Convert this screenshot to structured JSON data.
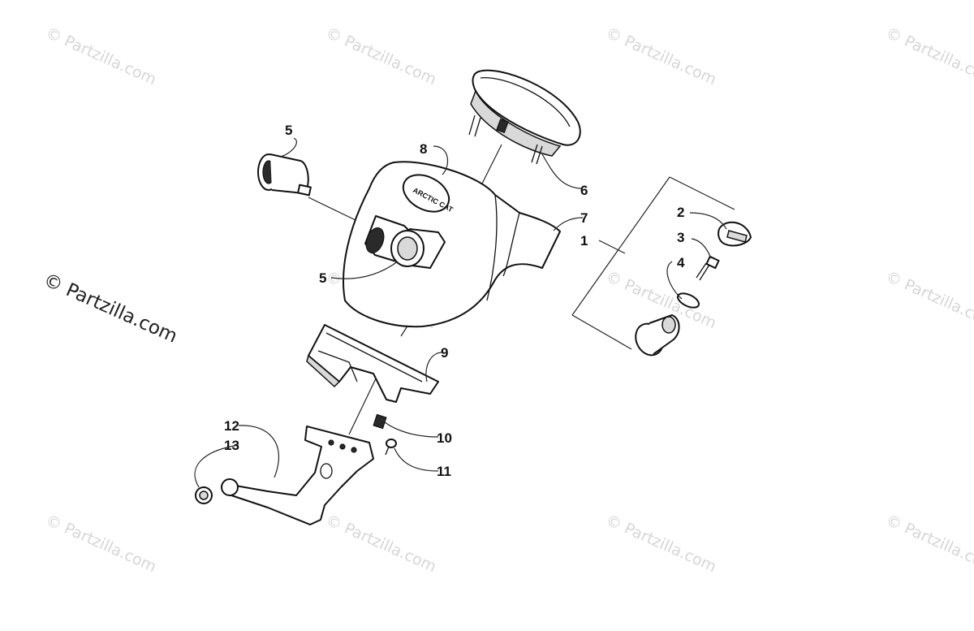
{
  "watermark_text": "© Partzilla.com",
  "main_watermark_text": "© Partzilla.com",
  "logo_text": "ARCTIC CAT",
  "callouts": [
    {
      "id": "c1",
      "label": "1"
    },
    {
      "id": "c2",
      "label": "2"
    },
    {
      "id": "c3",
      "label": "3"
    },
    {
      "id": "c4",
      "label": "4"
    },
    {
      "id": "c5a",
      "label": "5"
    },
    {
      "id": "c5b",
      "label": "5"
    },
    {
      "id": "c6",
      "label": "6"
    },
    {
      "id": "c7",
      "label": "7"
    },
    {
      "id": "c8",
      "label": "8"
    },
    {
      "id": "c9",
      "label": "9"
    },
    {
      "id": "c10",
      "label": "10"
    },
    {
      "id": "c11",
      "label": "11"
    },
    {
      "id": "c12",
      "label": "12"
    },
    {
      "id": "c13",
      "label": "13"
    }
  ]
}
